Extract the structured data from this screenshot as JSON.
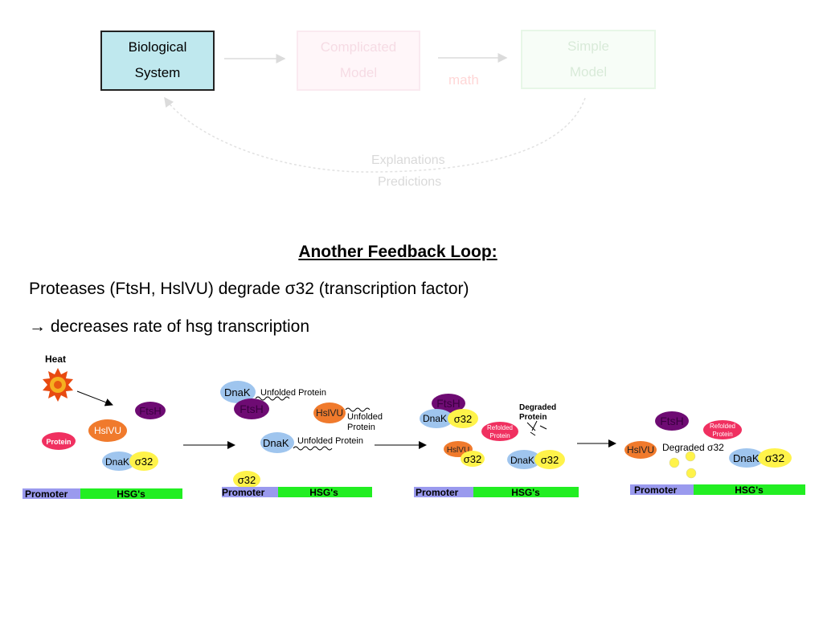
{
  "flow": {
    "box1": {
      "line1": "Biological",
      "line2": "System"
    },
    "box2": {
      "line1": "Complicated",
      "line2": "Model"
    },
    "box3": {
      "line1": "Simple",
      "line2": "Model"
    },
    "math": "math",
    "explanations": "Explanations",
    "predictions": "Predictions"
  },
  "heading": "Another Feedback Loop:",
  "line1": "Proteases (FtsH, HslVU) degrade σ32 (transcription factor)",
  "line2": "→ decreases rate of hsg transcription",
  "panel1": {
    "heat": "Heat",
    "ftsh": "FtsH",
    "hslvu": "HslVU",
    "protein": "Protein",
    "dnak": "DnaK",
    "sigma": "σ32",
    "promoter": "Promoter",
    "hsgs": "HSG's"
  },
  "panel2": {
    "dnak1": "DnaK",
    "unfolded1": "Unfolded Protein",
    "ftsh": "FtsH",
    "hslvu": "HslVU",
    "unfolded2a": "Unfolded",
    "unfolded2b": "Protein",
    "dnak2": "DnaK",
    "unfolded3": "Unfolded Protein",
    "sigma": "σ32",
    "promoter": "Promoter",
    "hsgs": "HSG's"
  },
  "panel3": {
    "ftsh": "FtsH",
    "dnak1": "DnaK",
    "sigma1": "σ32",
    "degraded1": "Degraded",
    "degraded2": "Protein",
    "refolded1": "Refolded",
    "refolded2": "Protein",
    "hslvu": "HslVU",
    "sigma2": "σ32",
    "dnak2": "DnaK",
    "sigma3": "σ32",
    "promoter": "Promoter",
    "hsgs": "HSG's"
  },
  "panel4": {
    "ftsh": "FtsH",
    "refolded1": "Refolded",
    "refolded2": "Protein",
    "hslvu": "HslVU",
    "degraded": "Degraded σ32",
    "dnak": "DnaK",
    "sigma": "σ32",
    "promoter": "Promoter",
    "hsgs": "HSG's"
  },
  "colors": {
    "dnak": "#9fc5ee",
    "sigma": "#fff34a",
    "ftsh": "#6e0b73",
    "hslvu": "#f07a2c",
    "protein": "#f03060",
    "promoter": "#9a9aee",
    "hsg": "#22ee22",
    "box1": "#bfe8ee"
  }
}
